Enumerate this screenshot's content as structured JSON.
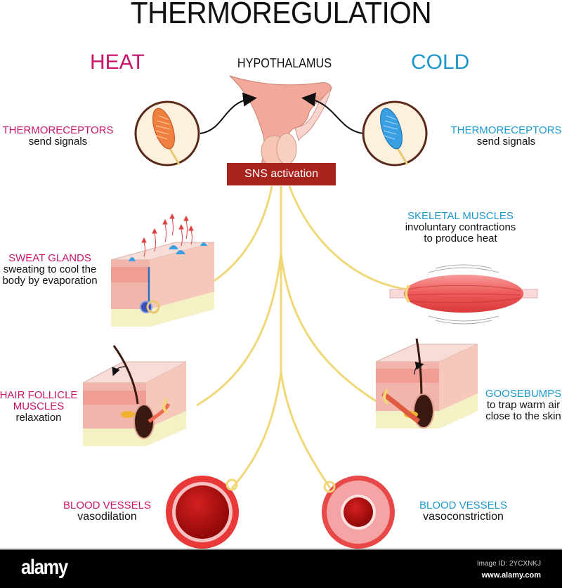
{
  "title": "THERMOREGULATION",
  "headers": {
    "heat": "HEAT",
    "center": "HYPOTHALAMUS",
    "cold": "COLD"
  },
  "sns_box": "SNS activation",
  "heat_side": {
    "thermoreceptors": {
      "heading": "THERMORECEPTORS",
      "text": "send signals"
    },
    "sweat_glands": {
      "heading": "SWEAT GLANDS",
      "line1": "sweating to cool the",
      "line2": "body by evaporation"
    },
    "hair_follicle": {
      "heading1": "HAIR FOLLICLE",
      "heading2": "MUSCLES",
      "text": "relaxation"
    },
    "blood_vessels": {
      "heading": "BLOOD VESSELS",
      "text": "vasodilation"
    }
  },
  "cold_side": {
    "thermoreceptors": {
      "heading": "THERMORECEPTORS",
      "text": "send signals"
    },
    "skeletal_muscles": {
      "heading": "SKELETAL MUSCLES",
      "line1": "involuntary contractions",
      "line2": "to produce heat"
    },
    "goosebumps": {
      "heading": "GOOSEBUMPS",
      "line1": "to trap warm air",
      "line2": "close to the skin"
    },
    "blood_vessels": {
      "heading": "BLOOD VESSELS",
      "text": "vasoconstriction"
    }
  },
  "colors": {
    "heat": "#c8156a",
    "cold": "#1b97cc",
    "sns_box": "#a8231c",
    "nerve": "#f0d878",
    "hypothalamus": "#f0a090"
  },
  "footer": {
    "logo": "alamy",
    "image_id": "Image ID: 2YCXNKJ",
    "site": "www.alamy.com"
  }
}
